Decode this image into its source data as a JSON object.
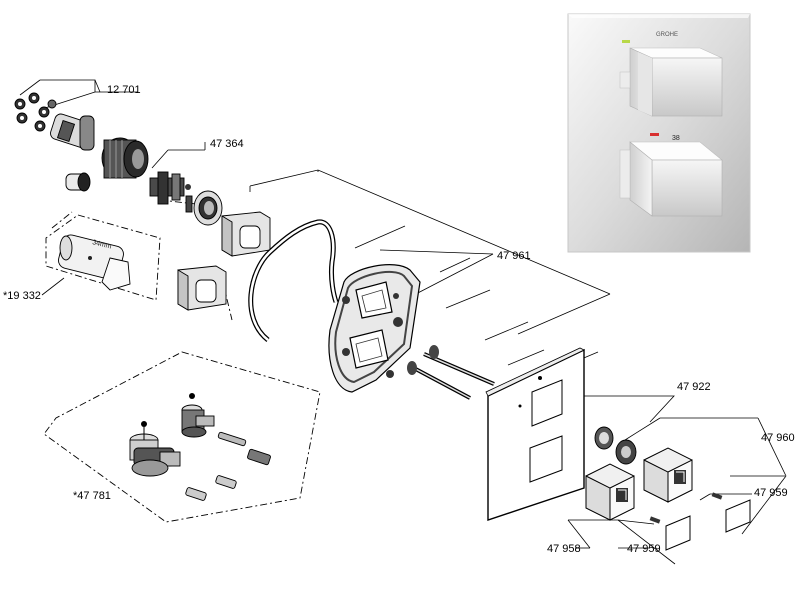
{
  "callouts": {
    "p12701": "12 701",
    "p47364": "47 364",
    "p19332": "*19 332",
    "p47961": "47 961",
    "p47922": "47 922",
    "p47960": "47 960",
    "p47781": "*47 781",
    "p47959a": "47 959",
    "p47958": "47 958",
    "p47959b": "47 959"
  },
  "annotations": {
    "tool_size": "34mm"
  },
  "brand": {
    "logo_text": "GROHE"
  },
  "faceplate": {
    "upper_scale": "",
    "lower_scale": "38"
  },
  "colors": {
    "chrome_light": "#f2f2f2",
    "chrome_mid": "#d4d4d4",
    "chrome_dark": "#9a9a9a",
    "dark_part": "#2a2a2a",
    "indicator_green": "#b8d848",
    "indicator_red": "#d83030"
  }
}
